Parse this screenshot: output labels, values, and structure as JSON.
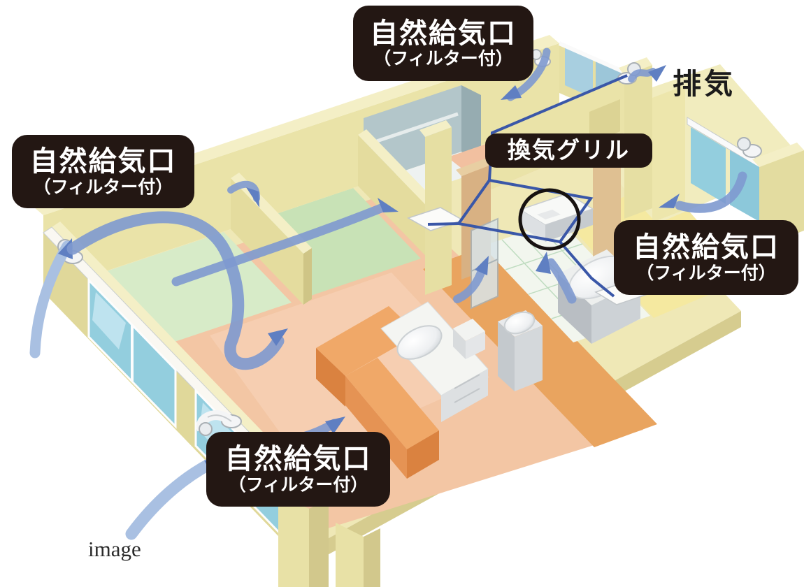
{
  "meta": {
    "caption": "image"
  },
  "diagram": {
    "type": "isometric-home-ventilation-cutaway",
    "callouts": {
      "intake_top": {
        "line1": "自然給気口",
        "line2": "（フィルター付）"
      },
      "intake_left": {
        "line1": "自然給気口",
        "line2": "（フィルター付）"
      },
      "intake_bottom": {
        "line1": "自然給気口",
        "line2": "（フィルター付）"
      },
      "intake_right": {
        "line1": "自然給気口",
        "line2": "（フィルター付）"
      },
      "vent_grille": {
        "label": "換気グリル"
      },
      "exhaust": {
        "label": "排気"
      }
    },
    "icons": [
      "air-intake-vent",
      "exhaust-vent",
      "ventilation-grille-unit",
      "ceiling-diffuser",
      "airflow-arrow",
      "annotation-circle"
    ],
    "colors": {
      "callout_bg": "#231713",
      "callout_text": "#ffffff",
      "wall_lit": "#EAE3A8",
      "wall_top": "#F4EFC6",
      "wall_shadow": "#DCD394",
      "wall_dark": "#CFC586",
      "wall_tan": "#D8B183",
      "floor_base": "#EFE8B6",
      "floor_salmon": "#F3C6A4",
      "floor_orange": "#E9A45F",
      "floor_green": "#CBE4BA",
      "floor_tile": "#F2F6EE",
      "floor_yellow": "#F5E9A0",
      "closet_wall": "#B3C6CA",
      "glass_blue": "#93CEDE",
      "arrow_blue": "#7E99CF",
      "arrow_light": "#A9C0E2",
      "arrow_head": "#5F7FC2",
      "duct_blue": "#3A57A8",
      "annotation": "#171210"
    }
  }
}
